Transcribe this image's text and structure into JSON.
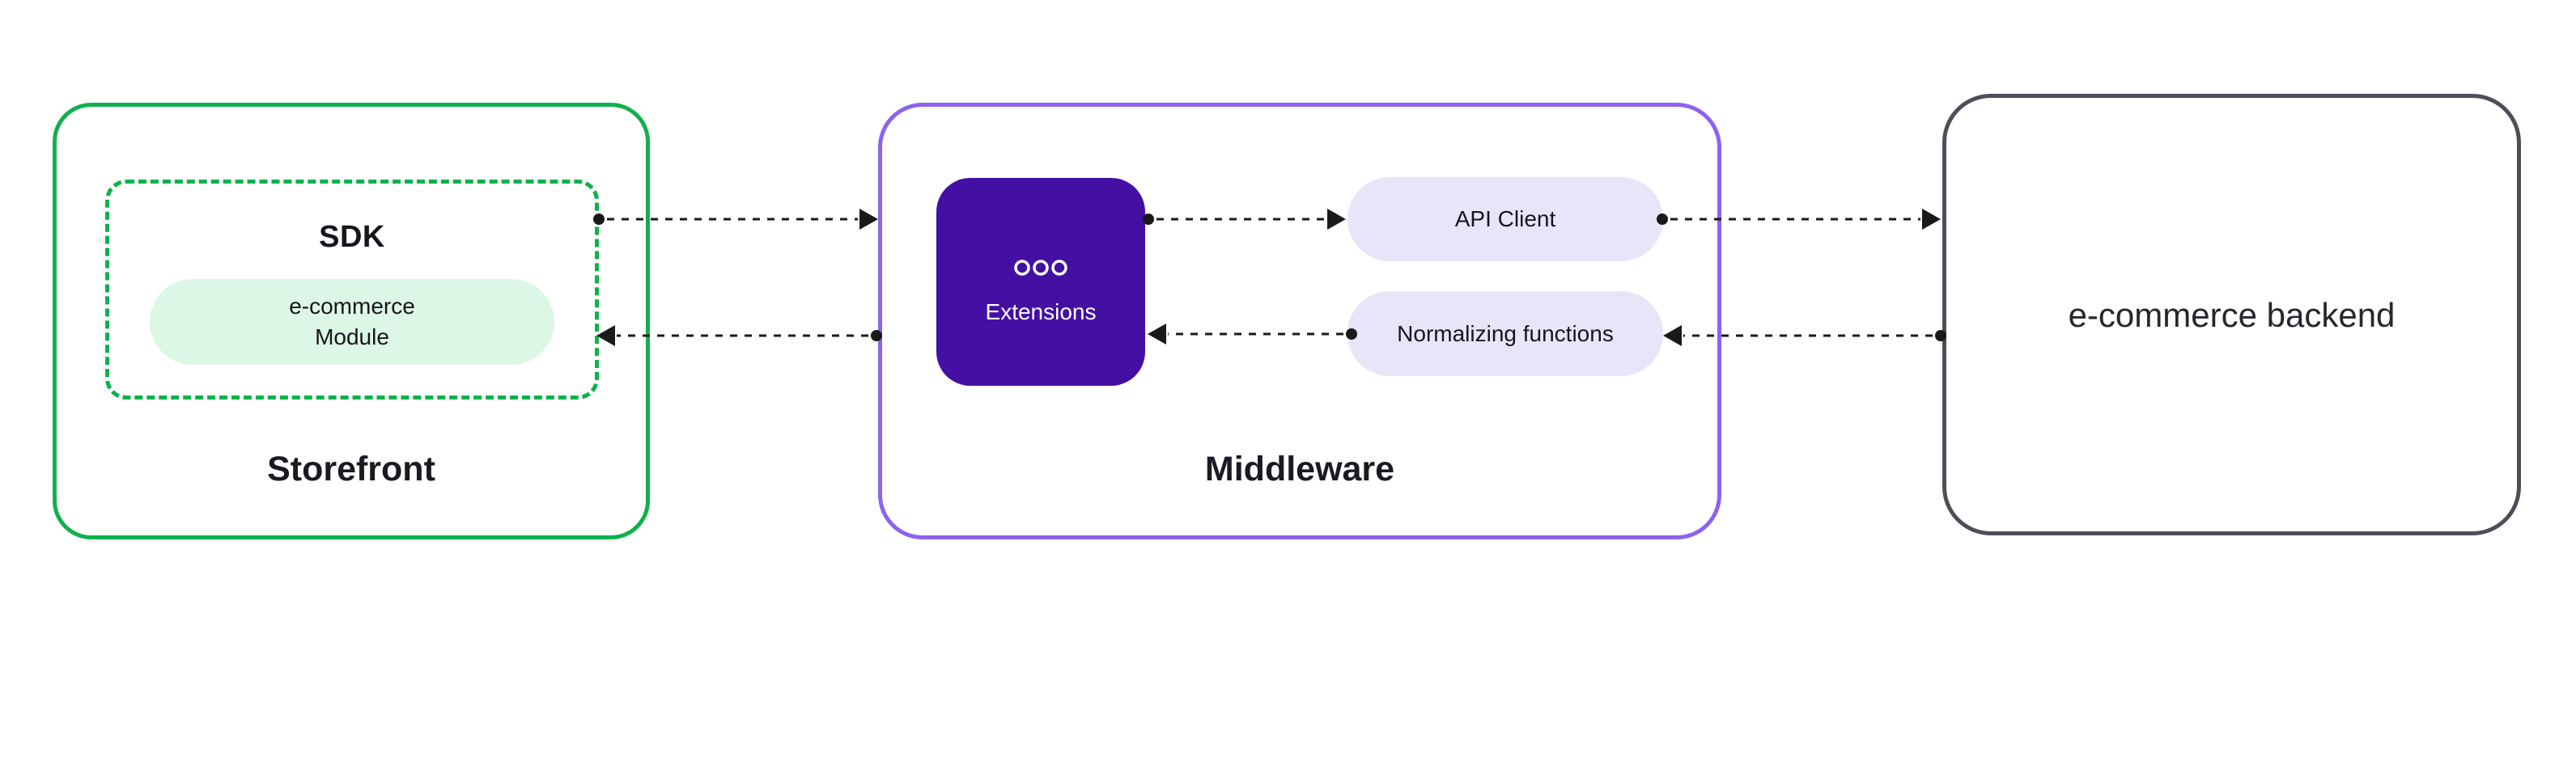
{
  "diagram": {
    "storefront": {
      "label": "Storefront",
      "sdk": {
        "label": "SDK",
        "module": {
          "line1": "e-commerce",
          "line2": "Module"
        }
      }
    },
    "middleware": {
      "label": "Middleware",
      "extensions": {
        "label": "Extensions",
        "icon": "ellipsis-icon"
      },
      "api_client": {
        "label": "API Client"
      },
      "normalizing": {
        "label": "Normalizing functions"
      }
    },
    "backend": {
      "label": "e-commerce backend"
    }
  },
  "colors": {
    "storefront_border": "#0FB14D",
    "module_pill_bg": "#DCF7E5",
    "middleware_border": "#8B63F0",
    "extensions_bg": "#4410A4",
    "middleware_pill_bg": "#E9E5F9",
    "backend_border": "#4F4D58",
    "arrow": "#1A1A1A",
    "text_dark": "#16161D",
    "text_light": "#FFFFFF"
  }
}
